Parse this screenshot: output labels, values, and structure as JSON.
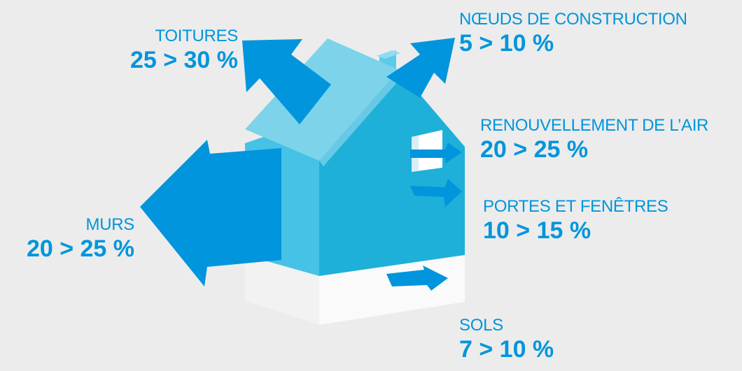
{
  "colors": {
    "background": "#ececec",
    "accent": "#0095dc",
    "house_front": "#1eb0d8",
    "house_side": "#45c2e6",
    "roof": "#7dd3ea",
    "foundation": "#f7f7f7"
  },
  "losses": {
    "toitures": {
      "label": "TOITURES",
      "value": "25 > 30 %"
    },
    "noeuds": {
      "label": "NŒUDS DE CONSTRUCTION",
      "value": "5 > 10 %"
    },
    "air": {
      "label": "RENOUVELLEMENT DE L’AIR",
      "value": "20 > 25 %"
    },
    "portes": {
      "label": "PORTES ET FENÊTRES",
      "value": "10 > 15 %"
    },
    "murs": {
      "label": "MURS",
      "value": "20 > 25 %"
    },
    "sols": {
      "label": "SOLS",
      "value": "7 > 10 %"
    }
  }
}
